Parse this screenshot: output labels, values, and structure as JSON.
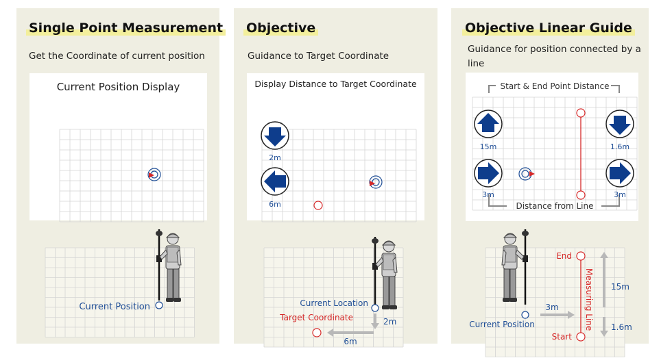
{
  "panels": [
    {
      "title": "Single Point Measurement",
      "subtitle": "Get the Coordinate of current position",
      "card_title": "Current Position Display",
      "field_label": "Current Position"
    },
    {
      "title": "Objective",
      "subtitle": "Guidance to Target Coordinate",
      "card_title": "Display Distance to Target Coordinate",
      "arrow_down_distance": "2m",
      "arrow_left_distance": "6m",
      "current_location_label": "Current Location",
      "target_label": "Target Coordinate",
      "field_down_distance": "2m",
      "field_left_distance": "6m"
    },
    {
      "title": "Objective Linear Guide",
      "subtitle": "Guidance for position connected by a line",
      "start_end_label": "Start & End Point Distance",
      "distance_line_label": "Distance from Line",
      "arrow_tl_distance": "15m",
      "arrow_tr_distance": "1.6m",
      "arrow_bl_distance": "3m",
      "arrow_br_distance": "3m",
      "end_label": "End",
      "start_label": "Start",
      "measuring_line_label": "Measuring Line",
      "current_position_label": "Current Position",
      "dist_3m": "3m",
      "dist_15m": "15m",
      "dist_1_6m": "1.6m"
    }
  ],
  "colors": {
    "panel_bg": "#efeee2",
    "title_highlight": "#f3ef9c",
    "arrow_blue": "#0e3d8c",
    "label_blue": "#1f4e96",
    "label_red": "#d62828",
    "grid": "#d4d4d4",
    "guide_gray": "#b8b8b8"
  }
}
